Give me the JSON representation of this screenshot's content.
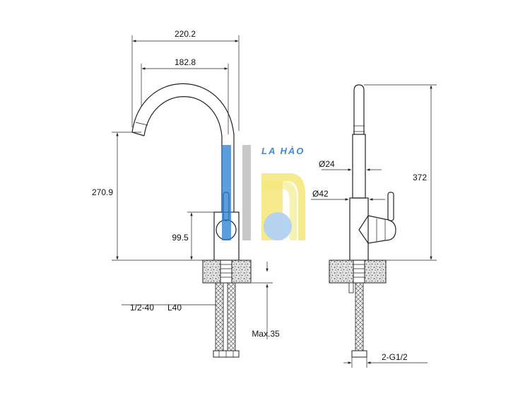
{
  "logo": {
    "text": "LA HÀO",
    "colors": {
      "blue": "#2a7fd4",
      "light_blue": "#a9cdf2",
      "yellow": "#f3e46a",
      "gray": "#b7b7b7"
    }
  },
  "side_view": {
    "width_total": "220.2",
    "reach": "182.8",
    "spout_height": "270.9",
    "handle_height": "99.5",
    "hose_spec": "1/2-40",
    "hose_length": "L40",
    "max_thickness": "Max.35"
  },
  "front_view": {
    "spout_diameter": "Ø24",
    "body_diameter": "Ø42",
    "total_height": "372",
    "connection": "2-G1/2"
  }
}
